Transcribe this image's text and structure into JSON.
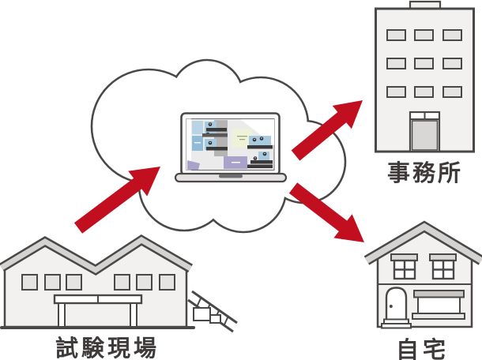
{
  "diagram": {
    "hub": {
      "icon": "cloud-icon",
      "device": "laptop-icon",
      "screen_content": "floor-plan-monitoring-view"
    },
    "nodes": {
      "test_site": {
        "label": "試験現場",
        "icon": "factory-icon"
      },
      "office": {
        "label": "事務所",
        "icon": "office-building-icon"
      },
      "home": {
        "label": "自宅",
        "icon": "house-icon"
      }
    },
    "arrows": [
      {
        "name": "arrow-site-to-cloud",
        "direction": "up-right"
      },
      {
        "name": "arrow-cloud-to-office",
        "direction": "up-right"
      },
      {
        "name": "arrow-cloud-to-home",
        "direction": "down-right"
      }
    ]
  },
  "colors": {
    "arrow_red": "#c20f1f",
    "outline": "#4a4747",
    "building_fill": "#f2f1f0",
    "window_fill": "#e6e4e3",
    "roof_gray": "#d5d3d2",
    "label_text": "#3e3a39",
    "screen": {
      "bg": "#ecebec",
      "blue": "#a7cade",
      "blue_dark": "#8fbcd8",
      "green": "#eef2d8",
      "purple": "#a9a2cb",
      "gray": "#b6b3b4",
      "chip": "#3b3839"
    }
  }
}
